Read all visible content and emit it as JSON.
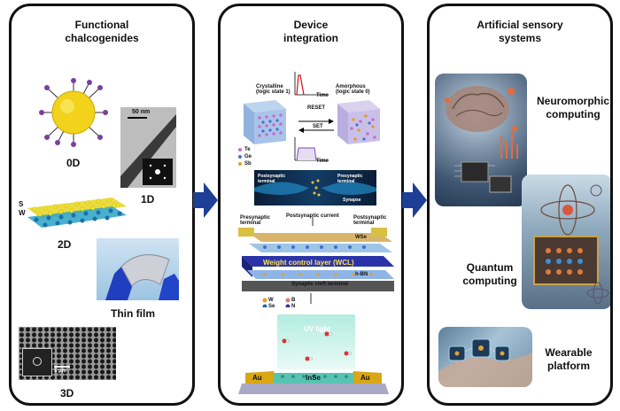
{
  "left_panel": {
    "title_line1": "Functional",
    "title_line2": "chalcogenides",
    "label_0d": "0D",
    "label_1d": "1D",
    "scale_50nm": "50 nm",
    "label_2d": "2D",
    "atom_s": "S",
    "atom_w": "W",
    "label_thin_film": "Thin film",
    "label_3d": "3D",
    "scale_1um": "1 μm"
  },
  "middle_panel": {
    "title_line1": "Device",
    "title_line2": "integration",
    "crystalline_line1": "Crystalline",
    "crystalline_line2": "(logic state 1)",
    "amorphous_line1": "Amorphous",
    "amorphous_line2": "(logic state 0)",
    "reset": "RESET",
    "set": "SET",
    "time": "Time",
    "legend_te": "Te",
    "legend_ge": "Ge",
    "legend_sb": "Sb",
    "postsynaptic_terminal": "Postsynaptic terminal",
    "presynaptic_terminal": "Presynaptic terminal",
    "synapse": "Synapse",
    "postsynaptic_current": "Postsynaptic current",
    "wse": "WSe",
    "wcl": "Weight control layer (WCL)",
    "hbn": "h-BN",
    "synaptic_cleft": "Synaptic cleft terminal",
    "legend_w": "W",
    "legend_b": "B",
    "legend_se": "Se",
    "legend_n": "N",
    "uv_light": "UV light",
    "au_left": "Au",
    "au_right": "Au",
    "inse": "InSe"
  },
  "right_panel": {
    "title_line1": "Artificial sensory",
    "title_line2": "systems",
    "neuromorphic_line1": "Neuromorphic",
    "neuromorphic_line2": "computing",
    "quantum_line1": "Quantum",
    "quantum_line2": "computing",
    "wearable_line1": "Wearable",
    "wearable_line2": "platform"
  },
  "colors": {
    "arrow": "#1f3f96",
    "panel_border": "#111111"
  }
}
